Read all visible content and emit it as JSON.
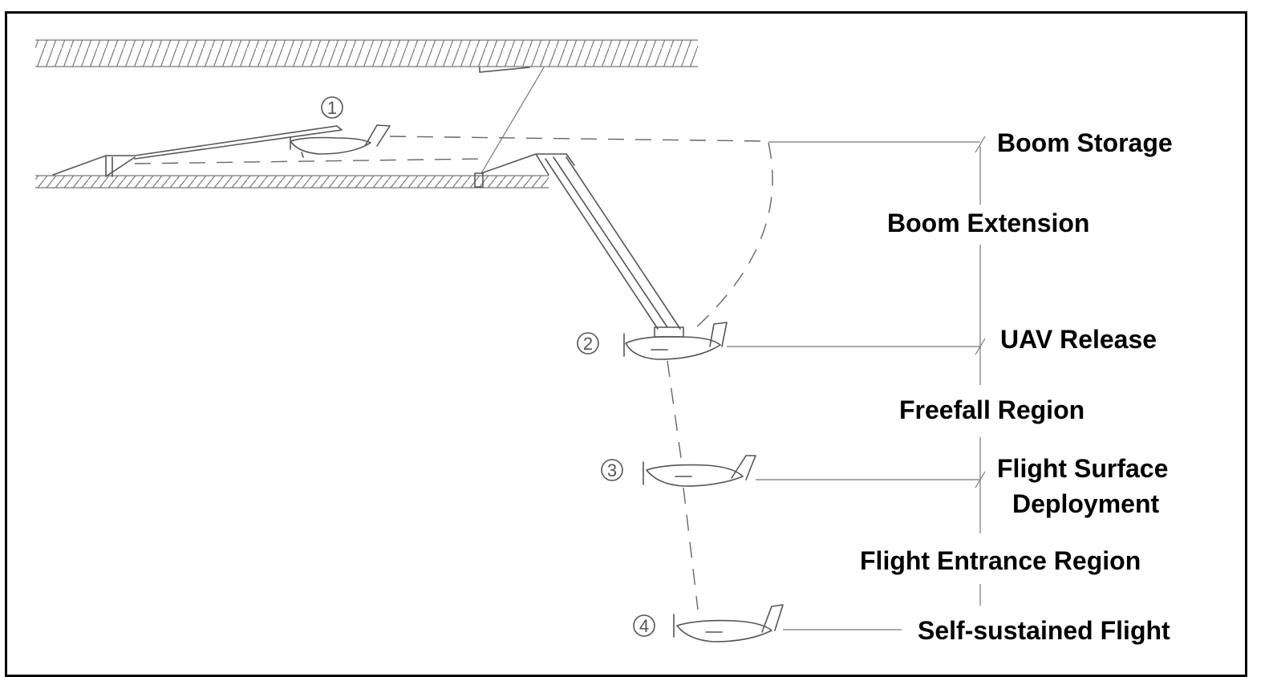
{
  "labels": {
    "boom_storage": "Boom Storage",
    "boom_extension": "Boom Extension",
    "uav_release": "UAV Release",
    "freefall_region": "Freefall Region",
    "flight_surface_line1": "Flight Surface",
    "flight_surface_line2": "Deployment",
    "flight_entrance_region": "Flight Entrance Region",
    "self_sustained_flight": "Self-sustained Flight"
  },
  "stage_numbers": [
    "1",
    "2",
    "3",
    "4"
  ],
  "colors": {
    "ink": "#000000",
    "sketch": "#555555",
    "frame": "#000000"
  }
}
